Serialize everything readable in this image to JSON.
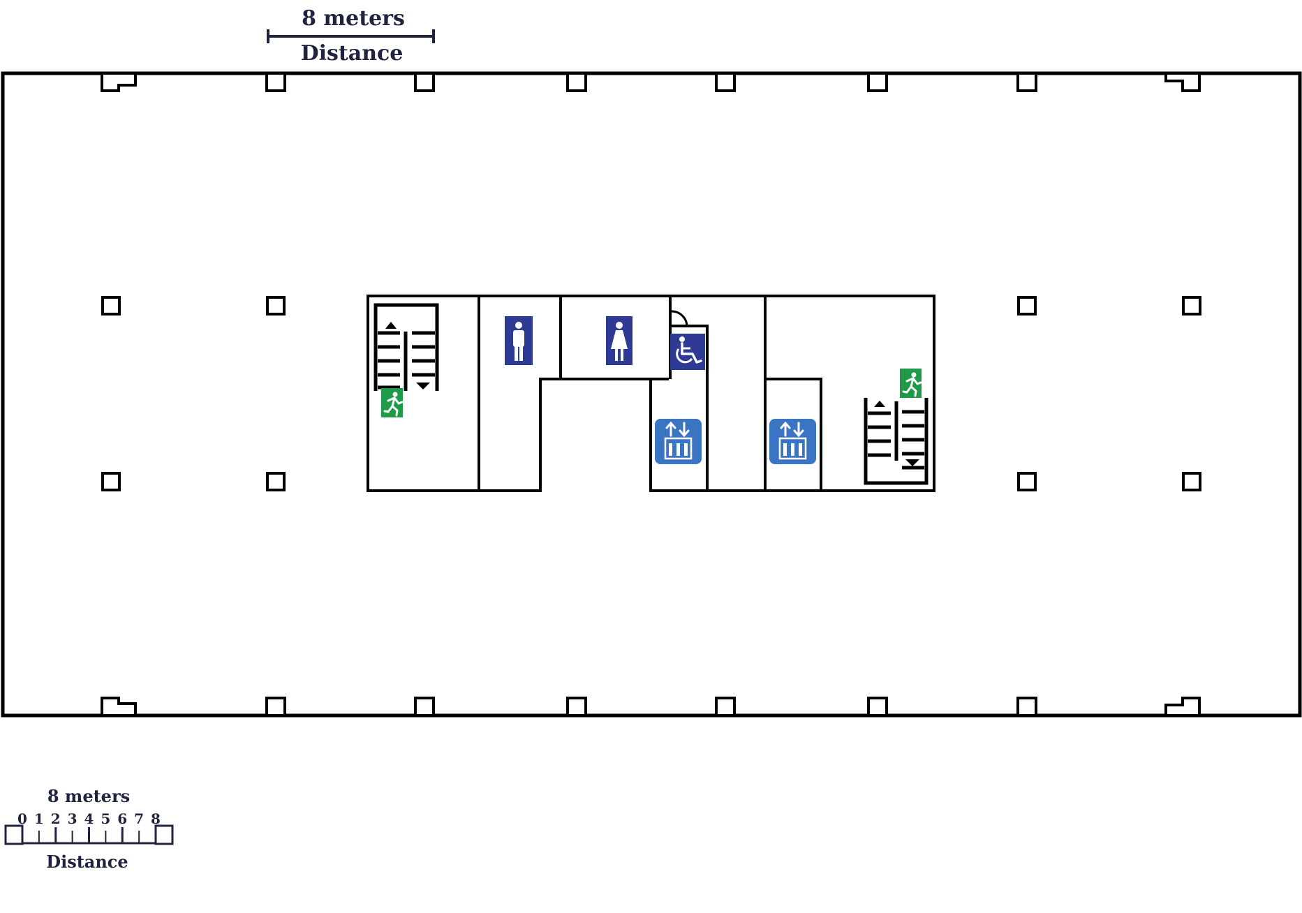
{
  "scale_top": {
    "value_label": "8 meters",
    "name_label": "Distance"
  },
  "scale_bottom": {
    "value_label": "8 meters",
    "name_label": "Distance",
    "ticks": [
      "0",
      "1",
      "2",
      "3",
      "4",
      "5",
      "6",
      "7",
      "8"
    ]
  },
  "icons": {
    "mens_restroom": "male-restroom-icon",
    "womens_restroom": "female-restroom-icon",
    "accessible": "wheelchair-icon",
    "elevator": "elevator-icon",
    "exit": "emergency-exit-icon",
    "stairs": "stairs-icon"
  },
  "colors": {
    "wall": "#000000",
    "label_text": "#1f2340",
    "restroom_sign": "#2e3a93",
    "elevator_sign": "#3a75c4",
    "exit_sign": "#1f9a48"
  }
}
